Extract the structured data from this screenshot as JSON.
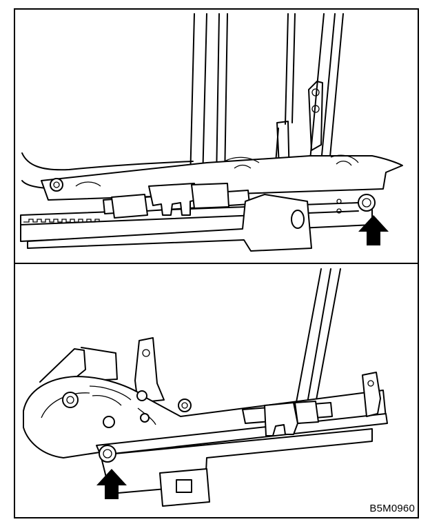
{
  "figure": {
    "code": "B5M0960",
    "panels": [
      {
        "id": "upper",
        "marker": "arrow-up",
        "marker_target": "bolt"
      },
      {
        "id": "lower",
        "marker": "arrow-up",
        "marker_target": "bolt"
      }
    ],
    "colors": {
      "line": "#000000",
      "background": "#ffffff"
    }
  }
}
